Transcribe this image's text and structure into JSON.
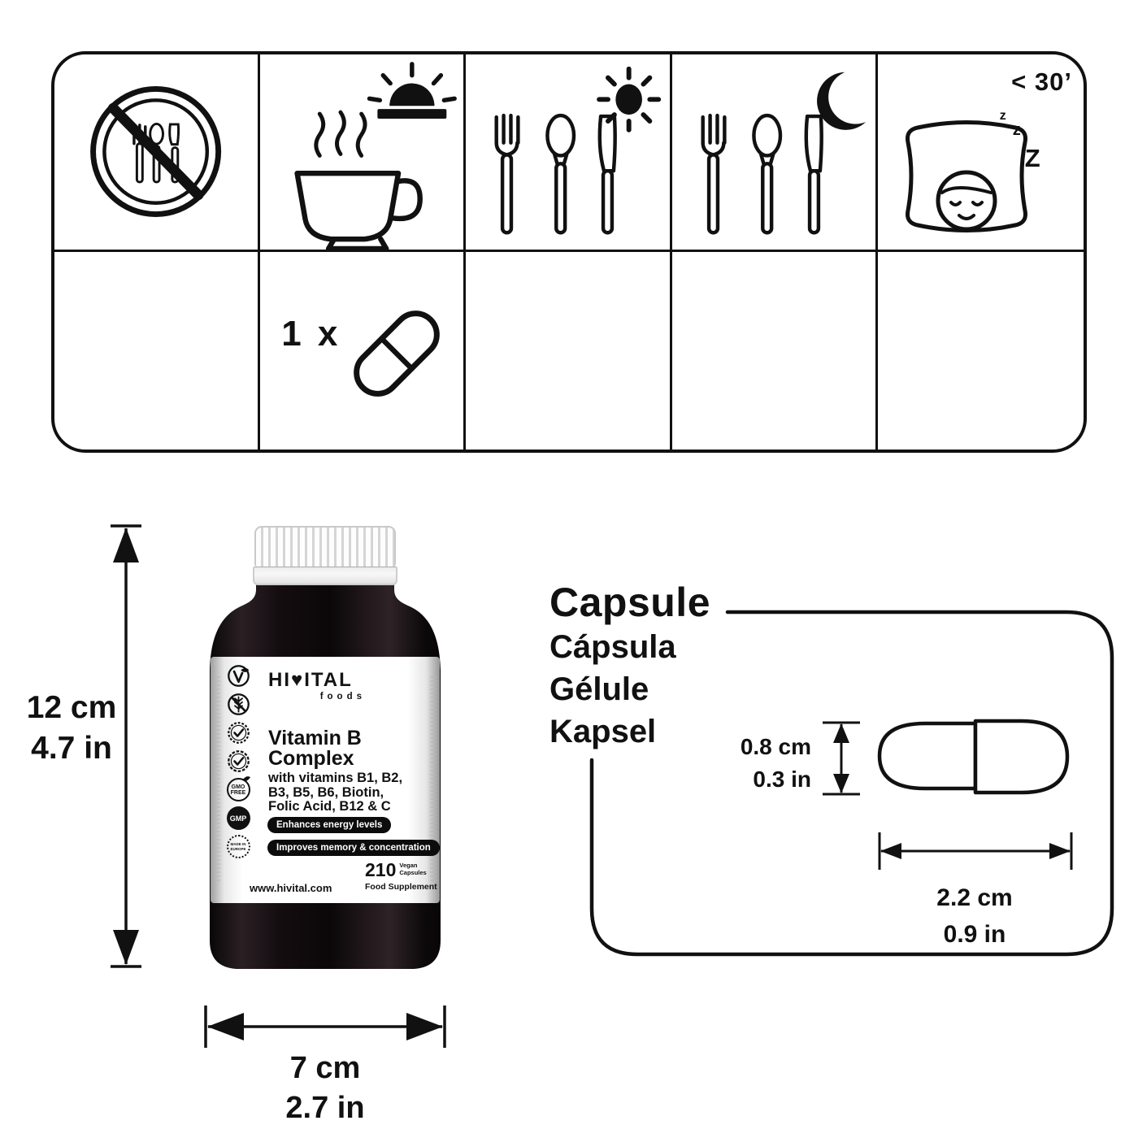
{
  "dosage_schedule": {
    "columns": [
      "empty-stomach-prohibited",
      "breakfast",
      "lunch",
      "dinner",
      "sleep"
    ],
    "sleep_duration_label": "< 30’",
    "sleep_z1": "z",
    "sleep_z2": "z",
    "sleep_z3": "Z",
    "dose_quantity_label": "1 x",
    "dose_icon": "capsule-icon"
  },
  "bottle": {
    "height_label_cm": "12 cm",
    "height_label_in": "4.7 in",
    "width_label_cm": "7 cm",
    "width_label_in": "2.7 in",
    "label": {
      "brand": "HI♥ITAL",
      "brand_sub": "foods",
      "title_line1": "Vitamin B",
      "title_line2": "Complex",
      "subtitle_line1": "with vitamins B1, B2,",
      "subtitle_line2": "B3, B5, B6, Biotin,",
      "subtitle_line3": "Folic Acid, B12 & C",
      "badge1": "Enhances energy levels",
      "badge2": "Improves memory & concentration",
      "website": "www.hivital.com",
      "count": "210",
      "count_unit_line1": "Vegan",
      "count_unit_line2": "Capsules",
      "category": "Food Supplement",
      "cert_gmo_line1": "GMO",
      "cert_gmo_line2": "FREE",
      "cert_gmp": "GMP",
      "cert_europe_line1": "MADE IN",
      "cert_europe_line2": "EUROPE"
    }
  },
  "capsule_info": {
    "name_en": "Capsule",
    "name_es": "Cápsula",
    "name_fr": "Gélule",
    "name_de": "Kapsel",
    "height_cm": "0.8 cm",
    "height_in": "0.3 in",
    "length_cm": "2.2 cm",
    "length_in": "0.9 in"
  }
}
